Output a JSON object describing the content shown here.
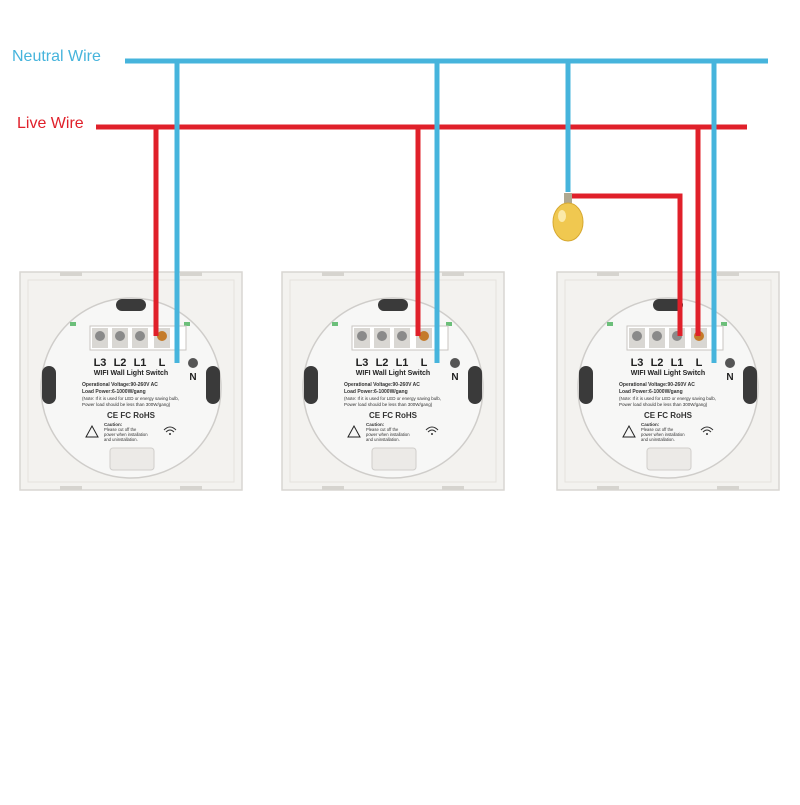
{
  "labels": {
    "neutral": "Neutral Wire",
    "live": "Live Wire"
  },
  "colors": {
    "neutral": "#46b4dc",
    "live": "#e0202a",
    "plate": "#f3f2ef",
    "module": "#f7f7f6",
    "bulb": "#f0c850"
  },
  "switch": {
    "terminals": [
      "L3",
      "L2",
      "L1",
      "L"
    ],
    "neutral": "N",
    "title": "WIFI Wall Light Switch",
    "voltage": "Operational Voltage:90-260V AC",
    "load": "Load Power:6-1000W/gang",
    "note1": "(Note: If it is used for LED or energy saving bulb,",
    "note2": "Power load should be less than 300W/gang)",
    "marks": "CE FC RoHS",
    "caution": "Caution:",
    "caution1": "Please cut off the",
    "caution2": "power when installation",
    "caution3": "and uninstallation."
  }
}
